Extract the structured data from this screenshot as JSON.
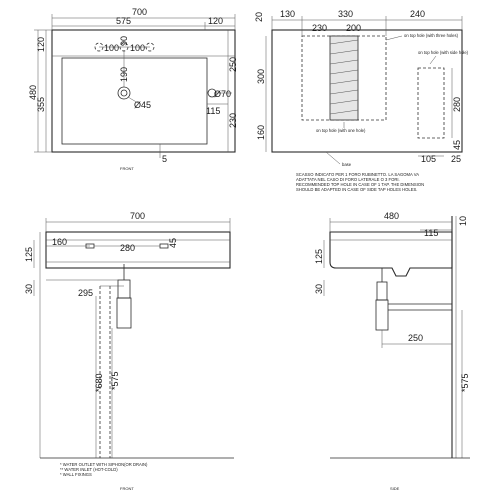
{
  "top_front": {
    "overall_width": "700",
    "split_left": "575",
    "split_right": "120",
    "height_total": "480",
    "height_lower": "355",
    "height_top": "120",
    "hole_spacing_a": "100",
    "hole_spacing_b": "100",
    "center_90": "90",
    "drain_depth": "190",
    "drain_diameter": "Ø45",
    "right_250": "250",
    "right_230": "230",
    "side_hole": "Ø70",
    "side_offset": "115",
    "bottom_5": "5",
    "caption": "FRONT"
  },
  "top_plan": {
    "d20": "20",
    "d130": "130",
    "d330": "330",
    "d240": "240",
    "d230": "230",
    "d200": "200",
    "d300": "300",
    "d160": "160",
    "d280": "280",
    "d105": "105",
    "d45": "45",
    "d25": "25",
    "note_three_holes": "on top hole (with three holes)",
    "note_side_hole": "on top hole (with side hole)",
    "note_one_hole": "on top hole (with one hole)",
    "note_base": "base",
    "notes": [
      "SCASSO INDICATO PER 1 FORO RUBINETTO. LA SAGOMA VA",
      "ADATTATA NEL CASO DI FORO LATERALE O 3 FORI.",
      "RECOMMENDED TOP HOLE IN CASE OF 1 TAP. THE DIMENSION",
      "SHOULD BE ADAPTED IN CASE OF SIDE TAP HOLES HOLES."
    ]
  },
  "bottom_front": {
    "d700": "700",
    "d160": "160",
    "d280": "280",
    "d45": "45",
    "d125": "125",
    "d30": "30",
    "d295": "295",
    "d680": "*680",
    "d575": "*575",
    "caption": "FRONT",
    "legend": [
      "* WATER OUTLET WITH SIPHON(OR DRAIN)",
      "** WATER INLET (HOT-COLD)",
      "* WALL FIXINGS"
    ]
  },
  "bottom_side": {
    "d480": "480",
    "d115": "115",
    "d10": "10",
    "d125": "125",
    "d30": "30",
    "d250": "250",
    "d575": "*575",
    "caption": "SIDE"
  }
}
